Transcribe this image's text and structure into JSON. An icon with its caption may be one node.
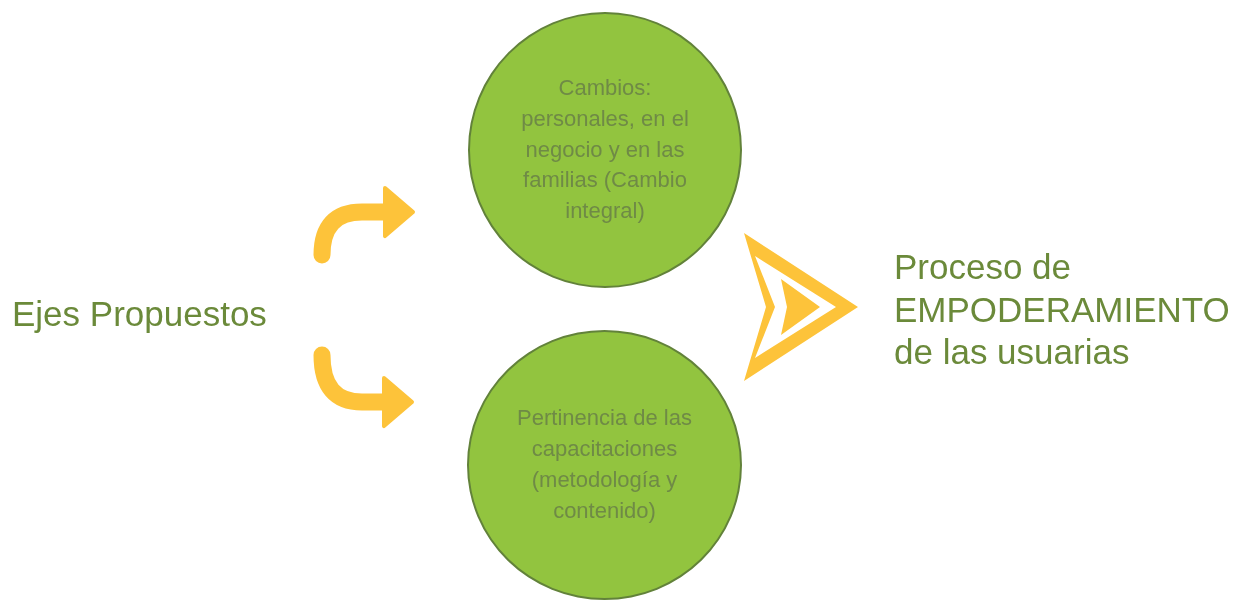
{
  "diagram": {
    "nodes": [
      {
        "text": [
          "Ejes Propuestos"
        ]
      },
      {
        "text": [
          "Cambios: personales, en el negocio y en las familias (Cambio integral)"
        ]
      },
      {
        "text": [
          "Pertinencia de las capacitaciones (metodología y contenido)"
        ]
      },
      {
        "text": [
          "Proceso de EMPODERAMIENTO de las usuarias"
        ]
      }
    ],
    "edges": [
      {
        "from": 0,
        "to": 1,
        "arrow": "to"
      },
      {
        "from": 0,
        "to": 2,
        "arrow": "to"
      },
      {
        "from": 1,
        "to": 3,
        "arrow": "to"
      },
      {
        "from": 2,
        "to": 3,
        "arrow": "to"
      }
    ]
  }
}
